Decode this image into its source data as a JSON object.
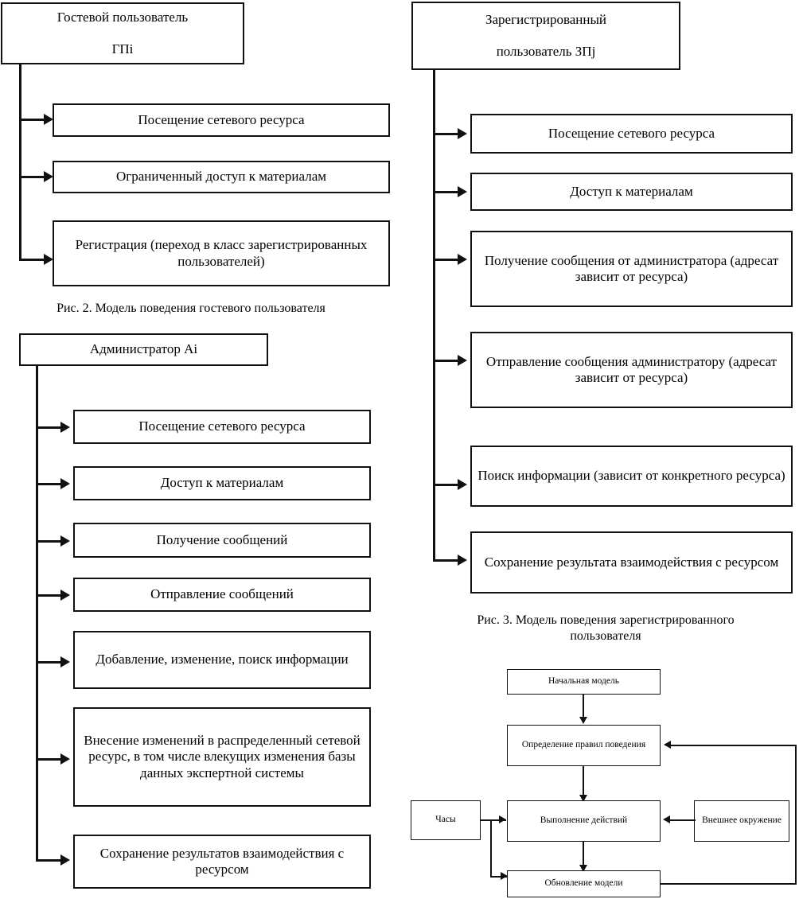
{
  "figures": {
    "guest": {
      "root_label_line1": "Гостевой пользователь",
      "root_label_line2": "ГПi",
      "items": [
        {
          "label": "Посещение сетевого ресурса"
        },
        {
          "label": "Ограниченный доступ к материалам"
        },
        {
          "label": "Регистрация (переход в класс зарегистрированных пользователей)"
        }
      ],
      "caption": "Рис. 2. Модель поведения гостевого пользователя"
    },
    "admin": {
      "root_label": "Администратор Ai",
      "items": [
        {
          "label": "Посещение сетевого ресурса"
        },
        {
          "label": "Доступ к материалам"
        },
        {
          "label": "Получение сообщений"
        },
        {
          "label": "Отправление сообщений"
        },
        {
          "label": "Добавление, изменение, поиск информации"
        },
        {
          "label": "Внесение изменений в распределенный сетевой ресурс, в том числе влекущих изменения базы данных экспертной системы"
        },
        {
          "label": "Сохранение результатов взаимодействия с ресурсом"
        }
      ]
    },
    "registered": {
      "root_label_line1": "Зарегистрированный",
      "root_label_line2": "пользователь ЗПj",
      "items": [
        {
          "label": "Посещение сетевого ресурса"
        },
        {
          "label": "Доступ к материалам"
        },
        {
          "label": "Получение сообщения от администратора (адресат зависит от ресурса)"
        },
        {
          "label": "Отправление сообщения администратору (адресат зависит от ресурса)"
        },
        {
          "label": "Поиск информации (зависит от конкретного ресурса)"
        },
        {
          "label": "Сохранение результата взаимодействия с ресурсом"
        }
      ],
      "caption_line1": "Рис. 3. Модель поведения зарегистрированного",
      "caption_line2": "пользователя"
    },
    "loop": {
      "nodes": {
        "initial_model": "Начальная модель",
        "define_rules": "Определение правил поведения",
        "clock": "Часы",
        "execute_actions": "Выполнение действий",
        "external_env": "Внешнее окружение",
        "update_model": "Обновление модели"
      }
    }
  }
}
